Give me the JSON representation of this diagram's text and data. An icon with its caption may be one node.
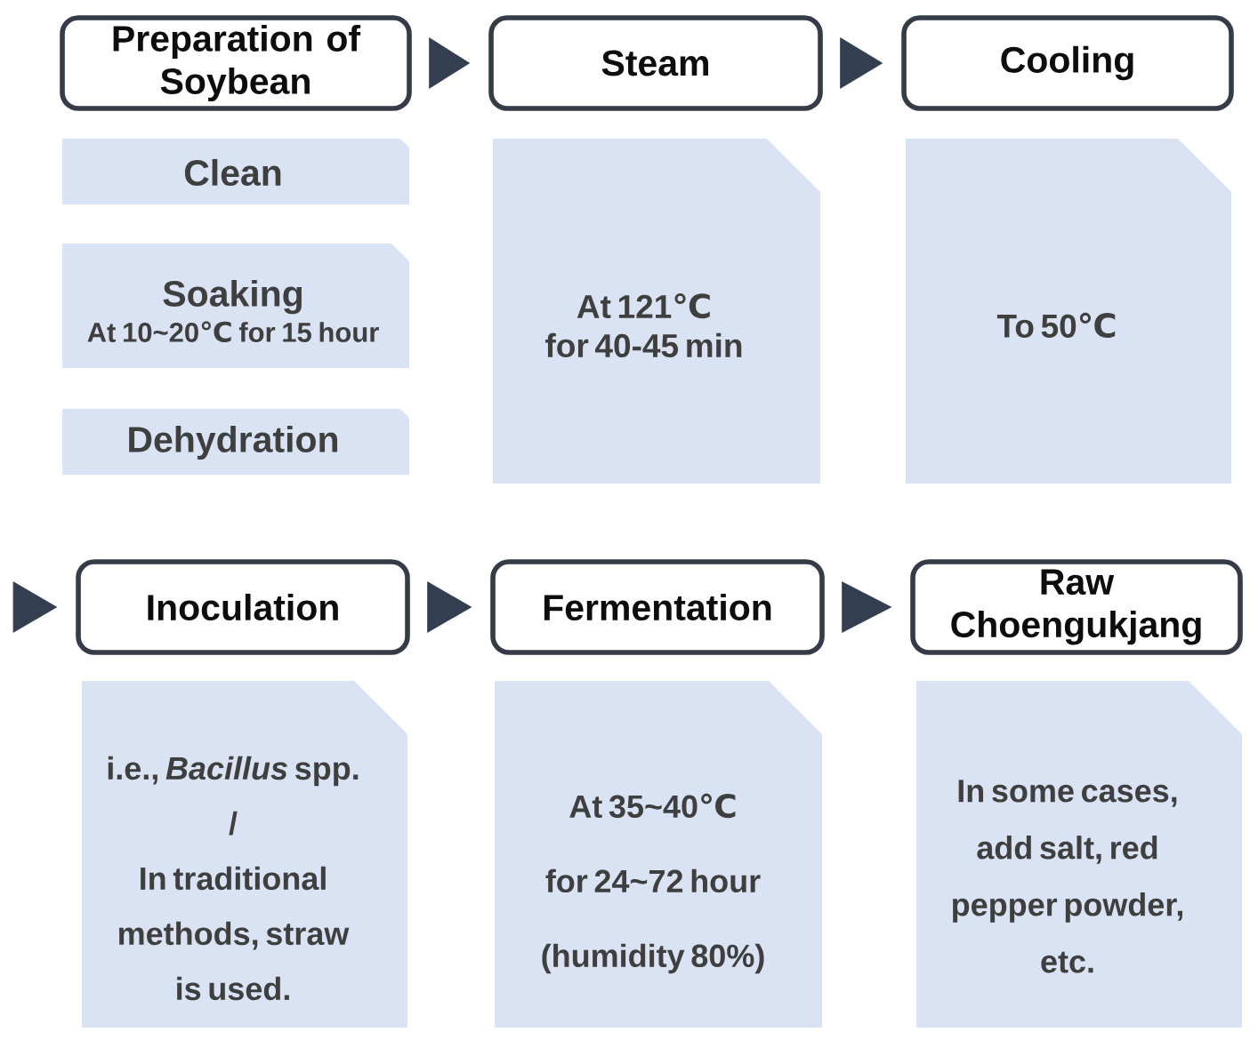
{
  "diagram": {
    "nodes": [
      {
        "text": [
          "Preparation of Soybean"
        ]
      },
      {
        "text": [
          "Clean"
        ]
      },
      {
        "text": [
          "Soaking",
          "At 10~20℃ for 15 hour"
        ]
      },
      {
        "text": [
          "Dehydration"
        ]
      },
      {
        "text": [
          "Steam"
        ]
      },
      {
        "text": [
          "At 121℃ for 40-45 min"
        ]
      },
      {
        "text": [
          "Cooling"
        ]
      },
      {
        "text": [
          "To 50℃"
        ]
      },
      {
        "text": [
          "Inoculation"
        ]
      },
      {
        "text": [
          "i.e., *Bacillus* spp.",
          "/",
          "In traditional methods, straw is used."
        ]
      },
      {
        "text": [
          "Fermentation"
        ]
      },
      {
        "text": [
          "At 35~40℃ for 24~72 hour (humidity 80%)"
        ]
      },
      {
        "text": [
          "Raw Choengukjang"
        ]
      },
      {
        "text": [
          "In some cases, add salt, red pepper powder, etc."
        ]
      }
    ],
    "edges": [
      {
        "from": 0,
        "to": 4,
        "arrow": "to"
      },
      {
        "from": 4,
        "to": 6,
        "arrow": "to"
      },
      {
        "from": null,
        "to": 8,
        "arrow": "to"
      },
      {
        "from": 8,
        "to": 10,
        "arrow": "to"
      },
      {
        "from": 10,
        "to": 12,
        "arrow": "to"
      }
    ]
  }
}
